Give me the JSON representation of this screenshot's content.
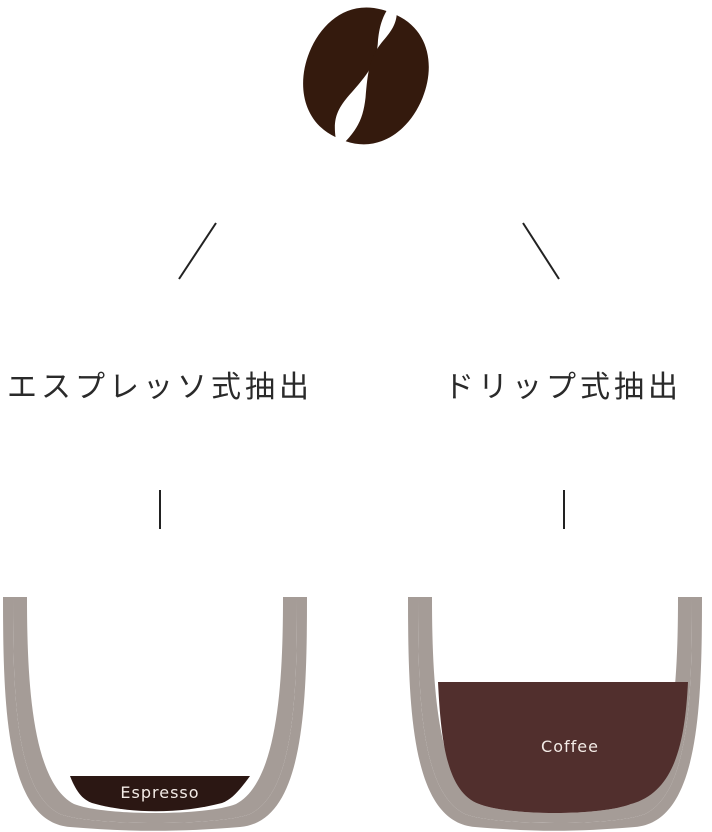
{
  "icons": {
    "bean": "coffee-bean-icon"
  },
  "colors": {
    "bean": "#341a0d",
    "line": "#222222",
    "glass": "#a59c97",
    "espresso": "#2b1713",
    "coffee": "#512f2d",
    "label_on_liquid": "#f3ebe6"
  },
  "branches": {
    "espresso": {
      "method_label": "エスプレッソ式抽出",
      "drink_label": "Espresso",
      "fill_level": 0.07
    },
    "drip": {
      "method_label": "ドリップ式抽出",
      "drink_label": "Coffee",
      "fill_level": 0.6
    }
  }
}
